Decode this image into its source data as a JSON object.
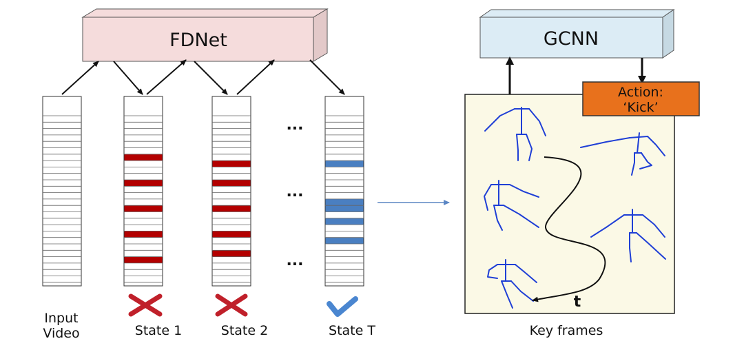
{
  "modules": {
    "fdnet": {
      "label": "FDNet",
      "color": "#f5dcdc",
      "side_color": "#e3c9c9"
    },
    "gcnn": {
      "label": "GCNN",
      "color": "#dcecf5",
      "side_color": "#c6d9e3"
    }
  },
  "action_box": {
    "line1": "Action:",
    "line2": "‘Kick’",
    "color": "#e8711c"
  },
  "sequences": [
    {
      "caption_lines": [
        "Input",
        "Video"
      ],
      "highlight_color": null,
      "highlighted_frames": [],
      "marker": null
    },
    {
      "caption_lines": [
        "State 1"
      ],
      "highlight_color": "#b30000",
      "highlighted_frames": [
        6,
        10,
        14,
        18,
        22
      ],
      "marker": "cross"
    },
    {
      "caption_lines": [
        "State 2"
      ],
      "highlight_color": "#b30000",
      "highlighted_frames": [
        7,
        10,
        14,
        18,
        21
      ],
      "marker": "cross"
    },
    {
      "caption_lines": [
        "State T"
      ],
      "highlight_color": "#4a7fc1",
      "highlighted_frames": [
        7,
        13,
        14,
        16,
        19
      ],
      "marker": "check"
    }
  ],
  "frame_count": 26,
  "ellipsis": [
    "...",
    "...",
    "..."
  ],
  "keyframes_panel": {
    "caption": "Key frames",
    "time_label": "t",
    "background": "#fbf9e6"
  },
  "colors": {
    "skeleton": "#1f3fd6",
    "cross": "#c0202a",
    "check": "#4a86d0",
    "flow_arrow": "#5b86c4"
  }
}
